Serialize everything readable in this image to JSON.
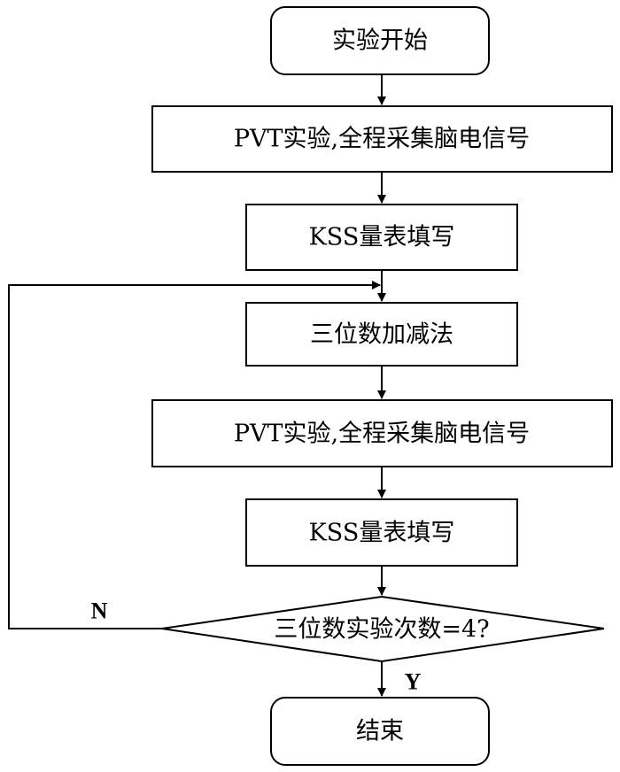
{
  "nodes": {
    "start": "实验开始",
    "pvt_1": "PVT实验,全程采集脑电信号",
    "kss_1": "KSS量表填写",
    "arith": "三位数加减法",
    "pvt_2": "PVT实验,全程采集脑电信号",
    "kss_2": "KSS量表填写",
    "decision": "三位数实验次数=4?",
    "end": "结束"
  },
  "edge_labels": {
    "no": "N",
    "yes": "Y"
  }
}
